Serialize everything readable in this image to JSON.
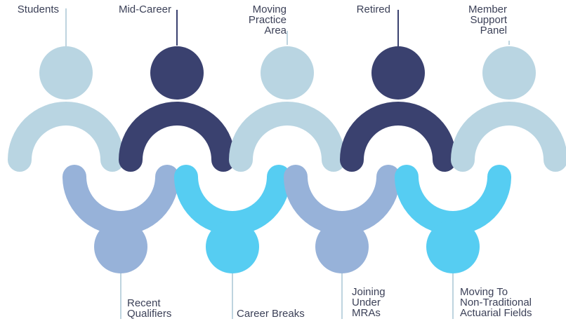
{
  "top_figures": [
    {
      "label": "Students",
      "color": "#b9d5e2"
    },
    {
      "label": "Mid-Career",
      "color": "#3a416f"
    },
    {
      "label": "Moving\nPractice\nArea",
      "color": "#b9d5e2"
    },
    {
      "label": "Retired",
      "color": "#3a416f"
    },
    {
      "label": "Member\nSupport\nPanel",
      "color": "#b9d5e2"
    }
  ],
  "bottom_figures": [
    {
      "label": "Recent\nQualifiers",
      "color": "#97b2d9"
    },
    {
      "label": "Career Breaks",
      "color": "#56cdf2"
    },
    {
      "label": "Joining\nUnder\nMRAs",
      "color": "#97b2d9"
    },
    {
      "label": "Moving To\nNon-Traditional\nActuarial Fields",
      "color": "#56cdf2"
    }
  ],
  "colors": {
    "connector_line": "#a9c6d4",
    "dark_line": "#3a416f",
    "text": "#3c4158"
  }
}
